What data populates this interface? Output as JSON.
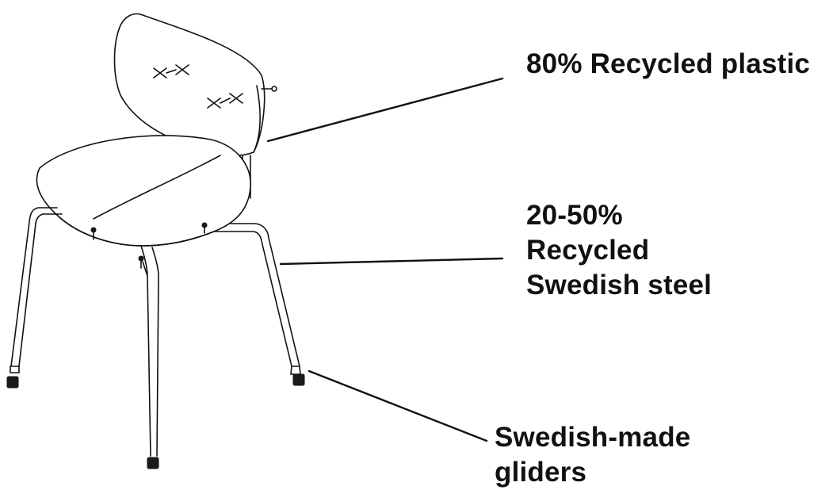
{
  "callouts": {
    "plastic": {
      "lines": [
        "80% Recycled plastic"
      ]
    },
    "steel": {
      "lines": [
        "20-50%",
        "Recycled",
        "Swedish steel"
      ]
    },
    "gliders": {
      "lines": [
        "Swedish-made",
        "gliders"
      ]
    }
  },
  "colors": {
    "ink": "#111111",
    "background": "#ffffff"
  }
}
